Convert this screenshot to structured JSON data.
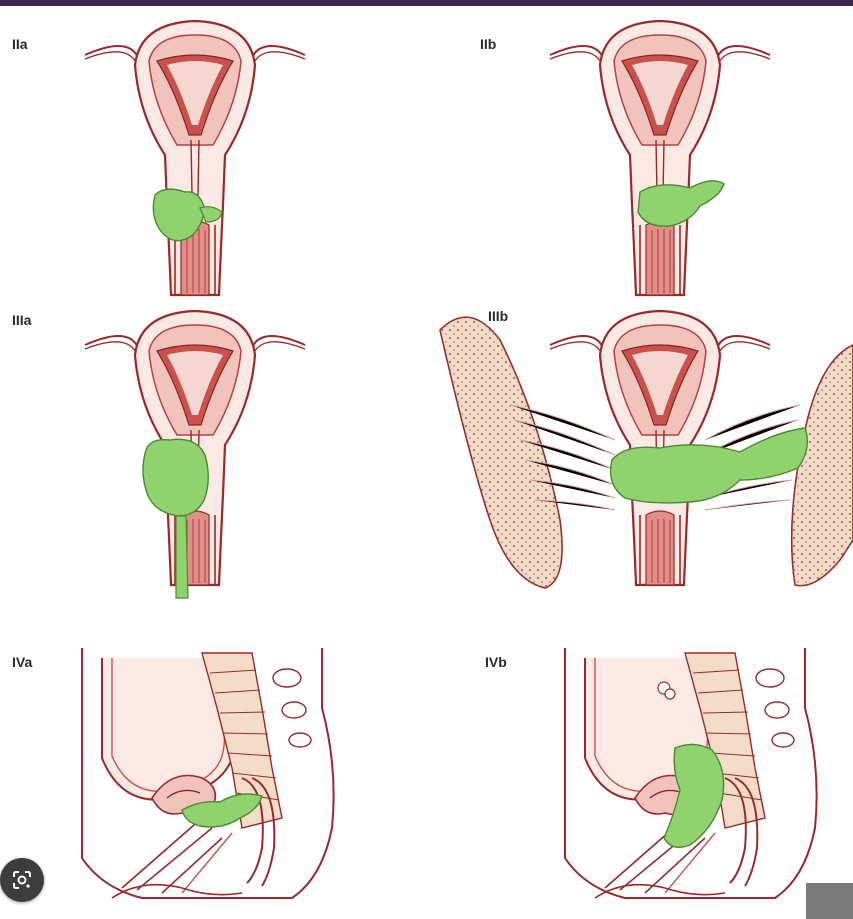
{
  "panels": [
    {
      "label": "IIa"
    },
    {
      "label": "IIb"
    },
    {
      "label": "IIIa"
    },
    {
      "label": "IIIb"
    },
    {
      "label": "IVa"
    },
    {
      "label": "IVb"
    }
  ],
  "colors": {
    "tissue_outline": "#9a2a2a",
    "tissue_fill": "#f6d6d0",
    "tissue_inner": "#c8524c",
    "tumor": "#8fd26e",
    "tumor_outline": "#4a8a34",
    "bone": "#f3dcc8",
    "bone_dots": "#b5665a",
    "ligament": "#d9958c"
  },
  "icons": {
    "lens": "google-lens-icon"
  }
}
